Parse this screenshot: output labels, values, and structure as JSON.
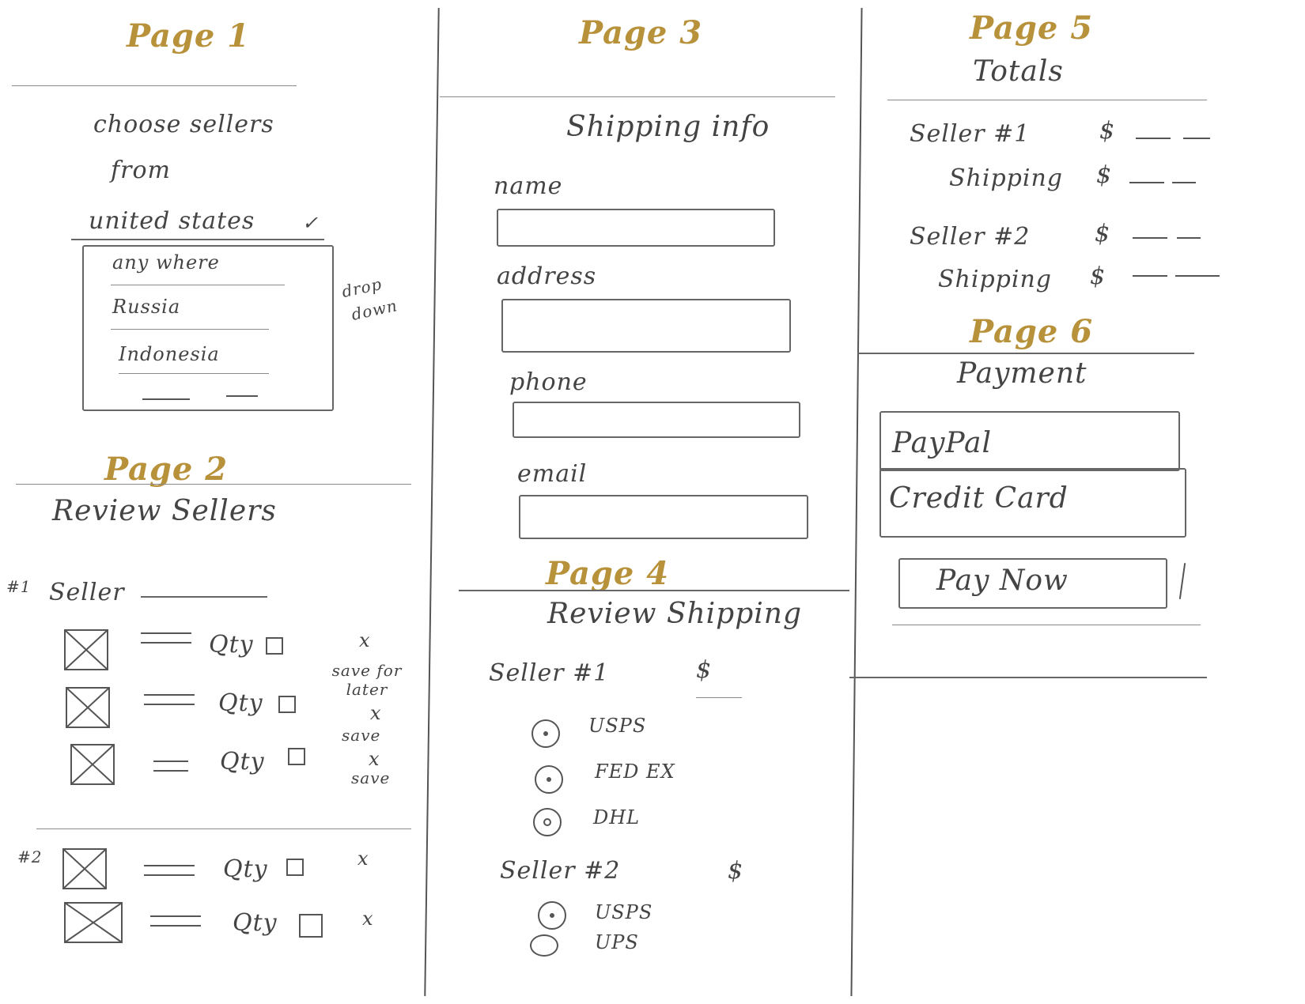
{
  "pages": {
    "p1": {
      "label": "Page 1",
      "title_line1": "choose sellers",
      "title_line2": "from",
      "dropdown_selected": "united states",
      "dropdown_chevron": "✓",
      "dropdown_options": [
        "any where",
        "Russia",
        "Indonesia"
      ],
      "dropdown_note_line1": "drop",
      "dropdown_note_line2": "down"
    },
    "p2": {
      "label": "Page 2",
      "title": "Review Sellers",
      "seller1_marker": "#1",
      "seller1_label": "Seller",
      "qty_label": "Qty",
      "remove_mark": "x",
      "save_for_later": "save for later",
      "save": "save",
      "seller2_marker": "#2"
    },
    "p3": {
      "label": "Page 3",
      "title": "Shipping info",
      "fields": [
        "name",
        "address",
        "phone",
        "email"
      ]
    },
    "p4": {
      "label": "Page 4",
      "title": "Review Shipping",
      "seller1_label": "Seller #1",
      "currency": "$",
      "seller1_options": [
        "USPS",
        "FED EX",
        "DHL"
      ],
      "seller2_label": "Seller #2",
      "seller2_options": [
        "USPS",
        "UPS"
      ]
    },
    "p5": {
      "label": "Page 5",
      "title": "Totals",
      "rows": [
        {
          "label": "Seller #1",
          "value": "$"
        },
        {
          "label": "Shipping",
          "value": "$"
        },
        {
          "label": "Seller #2",
          "value": "$"
        },
        {
          "label": "Shipping",
          "value": "$"
        }
      ]
    },
    "p6": {
      "label": "Page 6",
      "title": "Payment",
      "methods": [
        "PayPal",
        "Credit Card"
      ],
      "pay_button": "Pay Now"
    }
  }
}
